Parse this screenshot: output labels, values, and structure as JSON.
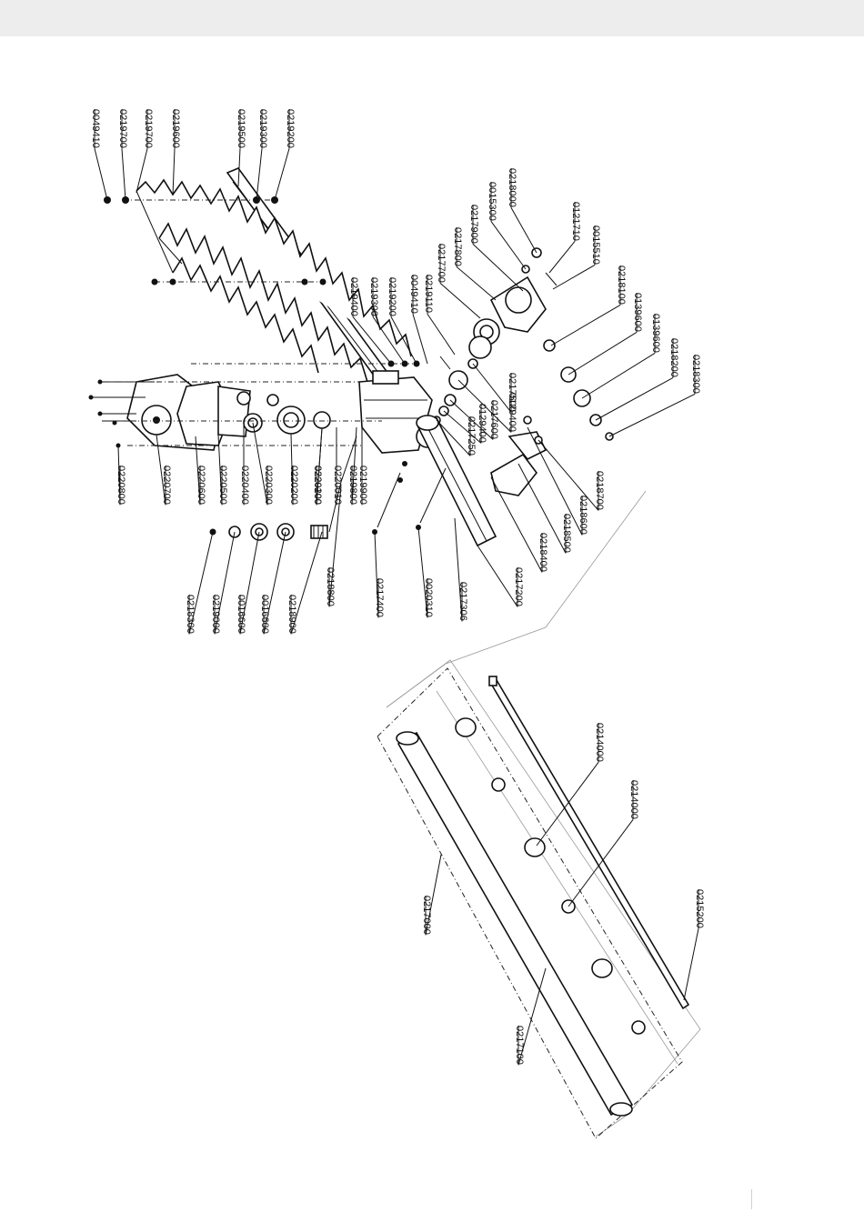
{
  "header": {
    "bar": ""
  },
  "parts": [
    "0049410",
    "0219700",
    "0219700",
    "0219600",
    "0219500",
    "0219300",
    "0219200",
    "0218000",
    "0015300",
    "0217900",
    "0217800",
    "0217700",
    "0219110",
    "0049410",
    "0219200",
    "0219300",
    "0219400",
    "0121710",
    "0015510",
    "0218100",
    "0139600",
    "0139600",
    "0218200",
    "0218300",
    "0217500",
    "0129400",
    "0217600",
    "0129400",
    "0217250",
    "0218700",
    "0218600",
    "0218500",
    "0218400",
    "0217200",
    "0217306",
    "0020310",
    "0217400",
    "0218800",
    "0218900",
    "0016600",
    "0016600",
    "0219000",
    "0218300",
    "0220800",
    "0220700",
    "0220600",
    "0220500",
    "0220400",
    "0220300",
    "0220200",
    "0220100",
    "0220200",
    "0220010",
    "0219800",
    "0219900",
    "0214000",
    "0214000",
    "0215200",
    "0217000",
    "0217100"
  ]
}
